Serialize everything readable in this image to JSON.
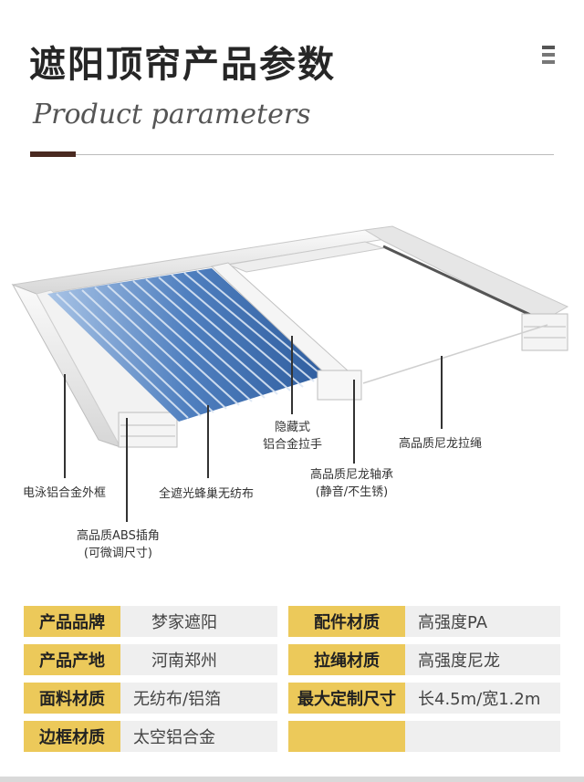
{
  "header": {
    "title": "遮阳顶帘产品参数",
    "subtitle": "Product parameters",
    "menu_icon": "menu-icon"
  },
  "callouts": {
    "frame": "电泳铝合金外框",
    "fabric": "全遮光蜂巢无纺布",
    "handle_line1": "隐藏式",
    "handle_line2": "铝合金拉手",
    "bearing_line1": "高品质尼龙轴承",
    "bearing_line2": "(静音/不生锈)",
    "rope": "高品质尼龙拉绳",
    "corner_line1": "高品质ABS插角",
    "corner_line2": "(可微调尺寸)"
  },
  "specs": [
    {
      "label": "产品品牌",
      "value": "梦家遮阳"
    },
    {
      "label": "配件材质",
      "value": "高强度PA"
    },
    {
      "label": "产品产地",
      "value": "河南郑州"
    },
    {
      "label": "拉绳材质",
      "value": "高强度尼龙"
    },
    {
      "label": "面料材质",
      "value": "无纺布/铝箔"
    },
    {
      "label": "最大定制尺寸",
      "value": "长4.5m/宽1.2m"
    },
    {
      "label": "边框材质",
      "value": "太空铝合金"
    },
    {
      "label": "",
      "value": ""
    }
  ],
  "colors": {
    "accent_brown": "#4a2a21",
    "label_yellow": "#ecc95a",
    "value_gray": "#efefef",
    "fabric_blue": "#4f7fbf"
  }
}
